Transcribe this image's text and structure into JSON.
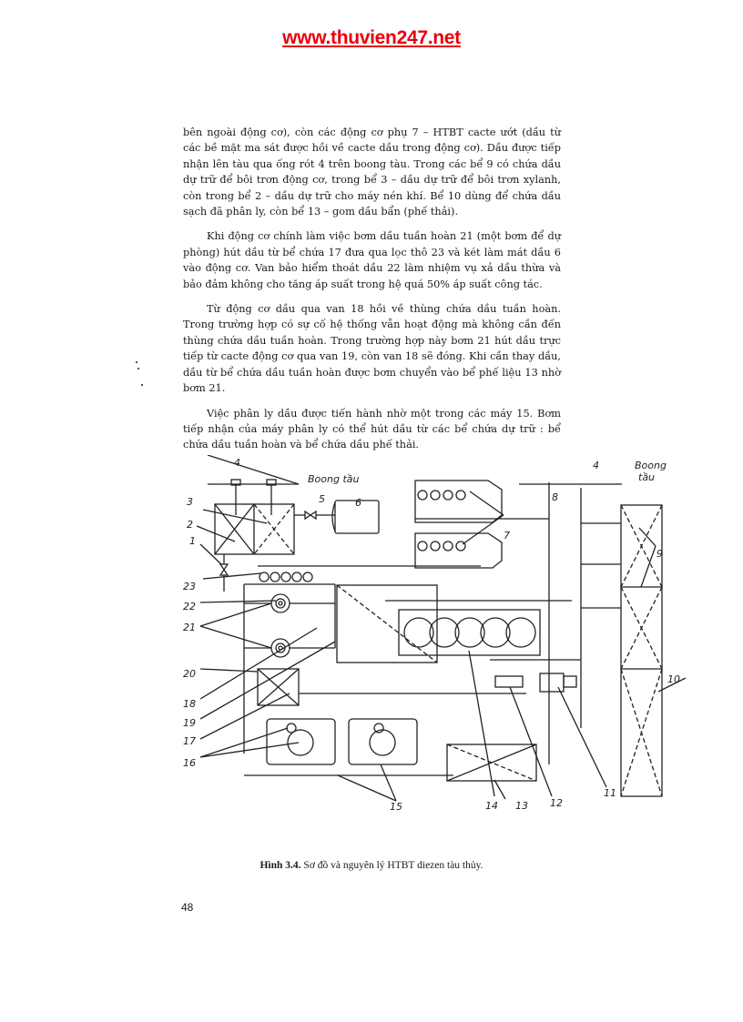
{
  "header": {
    "watermark": "www.thuvien247.net",
    "watermark_color": "#e8000b"
  },
  "paragraphs": [
    {
      "indent": false,
      "text": "bên ngoài động cơ), còn các động cơ phụ 7 – HTBT cacte ướt (dầu từ các bề mặt ma sát được hồi về cacte dầu trong động cơ). Dầu được tiếp nhận lên tàu qua ống rót 4 trên boong tàu. Trong các bể 9 có chứa dầu dự trữ để bôi trơn động cơ, trong bể 3 – dầu dự trữ để bôi trơn xylanh, còn trong bể 2 – dầu dự trữ cho máy nén khí. Bể 10 dùng để chứa dầu sạch đã phân ly, còn bể 13 – gom dầu bẩn (phế thải)."
    },
    {
      "indent": true,
      "text": "Khi động cơ chính làm việc bơm dầu tuần hoàn 21 (một bơm để dự phòng) hút dầu từ bể chứa 17 đưa qua lọc thô 23 và két làm mát dầu 6 vào động cơ. Van bảo hiểm thoát dầu 22 làm nhiệm vụ xả dầu thừa và bảo đảm không cho tăng áp suất trong hệ quá 50% áp suất công tác."
    },
    {
      "indent": true,
      "text": "Từ động cơ dầu qua van 18 hồi về thùng chứa dầu tuần hoàn. Trong trường hợp có sự cố hệ thống vẫn hoạt động mà không cần đến thùng chứa dầu tuần hoàn. Trong trường hợp này bơm 21 hút dầu trực tiếp từ cacte động cơ qua van 19, còn van 18 sẽ đóng. Khi cần thay dầu, dầu từ bể chứa dầu tuần hoàn được bơm chuyển vào bể phế liệu 13 nhờ bơm 21."
    },
    {
      "indent": true,
      "text": "Việc phân ly dầu được tiến hành nhờ một trong các máy 15. Bơm tiếp nhận của máy phân ly có thể hút dầu từ các bể chứa dự trữ : bể chứa dầu tuần hoàn và bể chứa dầu phế thải."
    }
  ],
  "figure": {
    "deck_label_left": "Boong tầu",
    "deck_label_right_1": "Boong",
    "deck_label_right_2": "tầu",
    "labels": [
      "1",
      "2",
      "3",
      "4",
      "5",
      "6",
      "7",
      "8",
      "9",
      "10",
      "11",
      "12",
      "13",
      "14",
      "15",
      "16",
      "17",
      "18",
      "19",
      "20",
      "21",
      "22",
      "23"
    ],
    "caption_prefix": "Hình 3.4.",
    "caption_text": "Sơ đồ và nguyên lý HTBT diezen tàu thủy."
  },
  "footer": {
    "page_number": "48"
  }
}
